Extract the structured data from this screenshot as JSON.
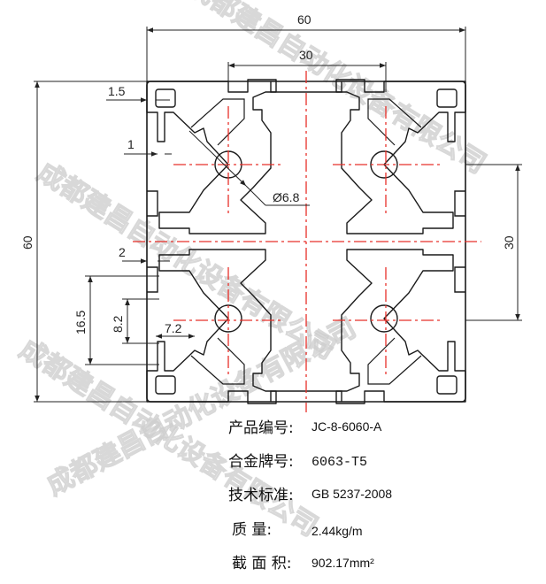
{
  "dimensions": {
    "width_60": "60",
    "slot_30": "30",
    "wall_1_5": "1.5",
    "gap_1": "1",
    "hole_dia": "Ø6.8",
    "height_60": "60",
    "pitch_30": "30",
    "lip_2": "2",
    "depth_16_5": "16.5",
    "inner_8_2": "8.2",
    "inner_7_2": "7.2"
  },
  "specs": [
    {
      "label": "产品编号:",
      "value": "JC-8-6060-A"
    },
    {
      "label": "合金牌号:",
      "value": "6063-T5"
    },
    {
      "label": "技术标准:",
      "value": "GB 5237-2008"
    },
    {
      "label": "质      量:",
      "value": "2.44kg/m"
    },
    {
      "label": "截 面 积:",
      "value": "902.17mm²"
    }
  ],
  "watermark": "成都建昌自动化设备有限公司",
  "colors": {
    "outline": "#1a1a1a",
    "center": "#e8302a",
    "dim": "#222222"
  }
}
